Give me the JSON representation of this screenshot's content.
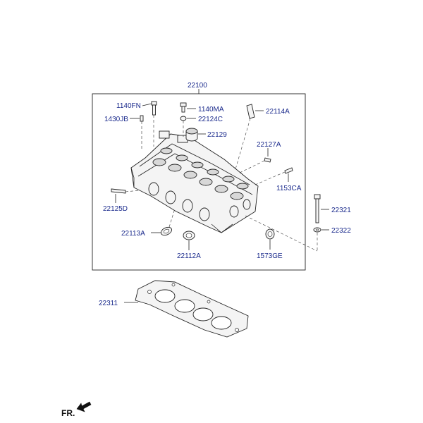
{
  "labels": {
    "assembly": "22100",
    "bolt_1140fn": "1140FN",
    "pin_1430jb": "1430JB",
    "bolt_1140ma": "1140MA",
    "washer_22124c": "22124C",
    "sleeve_22114a": "22114A",
    "cap_22129": "22129",
    "pin_22127a": "22127A",
    "pin_1153ca": "1153CA",
    "plug_22125d": "22125D",
    "bolt_22321": "22321",
    "washer_22322": "22322",
    "seal_22113a": "22113A",
    "seal_22112a": "22112A",
    "seal_1573ge": "1573GE",
    "gasket_22311": "22311",
    "front_marker": "FR."
  },
  "colors": {
    "label": "#1a2a8c",
    "linework": "#222222",
    "background": "#ffffff"
  },
  "icons": {
    "front_arrow": "arrow-icon"
  }
}
